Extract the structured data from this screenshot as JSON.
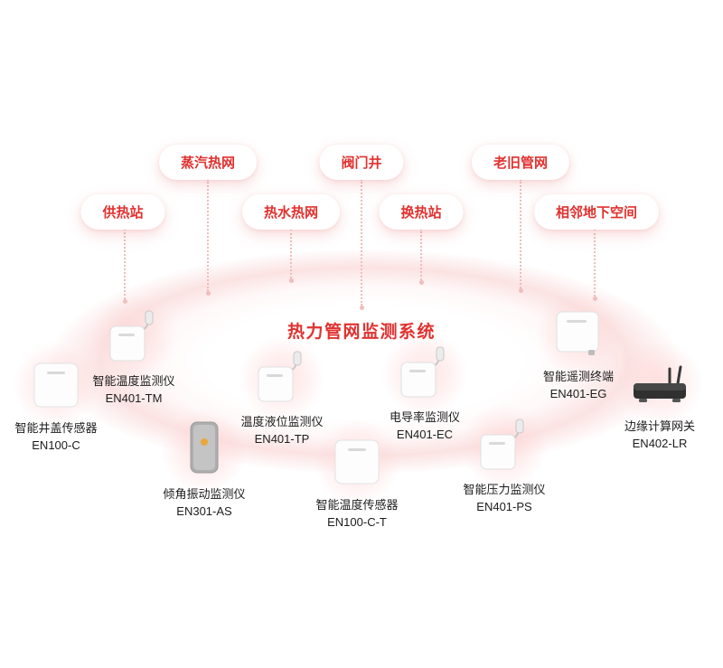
{
  "title": "热力管网监测系统",
  "colors": {
    "accent": "#e0312f",
    "pill_text": "#e0312f",
    "connector_line": "#f0bcbc"
  },
  "pills": [
    {
      "label": "供热站"
    },
    {
      "label": "蒸汽热网"
    },
    {
      "label": "热水热网"
    },
    {
      "label": "阀门井"
    },
    {
      "label": "换热站"
    },
    {
      "label": "老旧管网"
    },
    {
      "label": "相邻地下空间"
    }
  ],
  "devices": [
    {
      "name": "智能井盖传感器",
      "model": "EN100-C",
      "icon": "flat-sensor-icon"
    },
    {
      "name": "智能温度监测仪",
      "model": "EN401-TM",
      "icon": "probe-monitor-icon"
    },
    {
      "name": "温度液位监测仪",
      "model": "EN401-TP",
      "icon": "probe-monitor-icon"
    },
    {
      "name": "倾角振动监测仪",
      "model": "EN301-AS",
      "icon": "tilt-sensor-icon"
    },
    {
      "name": "智能温度传感器",
      "model": "EN100-C-T",
      "icon": "flat-sensor-icon"
    },
    {
      "name": "电导率监测仪",
      "model": "EN401-EC",
      "icon": "probe-monitor-icon"
    },
    {
      "name": "智能压力监测仪",
      "model": "EN401-PS",
      "icon": "probe-monitor-icon"
    },
    {
      "name": "智能遥测终端",
      "model": "EN401-EG",
      "icon": "terminal-box-icon"
    },
    {
      "name": "边缘计算网关",
      "model": "EN402-LR",
      "icon": "gateway-router-icon"
    }
  ]
}
